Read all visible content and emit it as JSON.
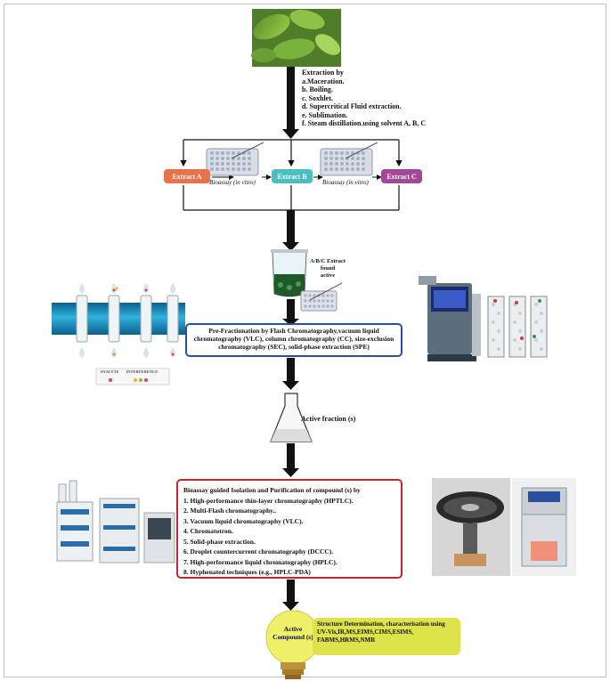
{
  "extraction": {
    "heading": "Extraction by",
    "methods": [
      "a.Maceration.",
      "b. Boiling.",
      "c. Soxhlet.",
      "d. Supercritical Fluid extraction.",
      "e. Sublimation.",
      "f. Steam distillation.using solvent A, B, C"
    ]
  },
  "extracts": [
    "Extract A",
    "Extract B",
    "Extract C"
  ],
  "bioassay_labels": [
    "Bioassay (in vitro)",
    "Bioassay (in vitro)"
  ],
  "active_extract_label": [
    "A/B/C Extract",
    "found",
    "active"
  ],
  "prefractionation_text": "Pre-Fractionation by Flash Chromatography,vacuum liquid chromatography (VLC), column chromatography (CC), size-exclusion chromatography (SEC), solid-phase extraction (SPE)",
  "column_legend": [
    "ANALYTE",
    "INTERFERENCE"
  ],
  "active_fraction_label": "Active fraction (s)",
  "isolation": {
    "heading": "Bioassay guided Isolation and Purification of compound (s) by",
    "methods": [
      "1. High-performance thin-layer chromatography (HPTLC).",
      "2. Multi-Flash chromatography..",
      "3. Vacuum liquid chromatography (VLC).",
      "4. Chromatotron.",
      "5. Solid-phase extraction.",
      "6. Droplet countercurrent chromatography (DCCC).",
      "7. High-performance liquid chromatography (HPLC).",
      "8. Hyphenated techniques (e.g., HPLC-PDA)"
    ]
  },
  "active_compound_label": [
    "Active",
    "Compound (s)"
  ],
  "structure_text": "Structure Determination, characterisation using UV-Vis,IR,MS,EIMS,CIMS,ESIMS, FABMS,HRMS,NMR",
  "colors": {
    "extract_a": "#e8734a",
    "extract_b": "#4bbfbf",
    "extract_c": "#a4479a",
    "blue_border": "#2a4f9e",
    "red_border": "#c0282e",
    "yellow_box": "#dde34a",
    "bulb": "#eef06a"
  }
}
